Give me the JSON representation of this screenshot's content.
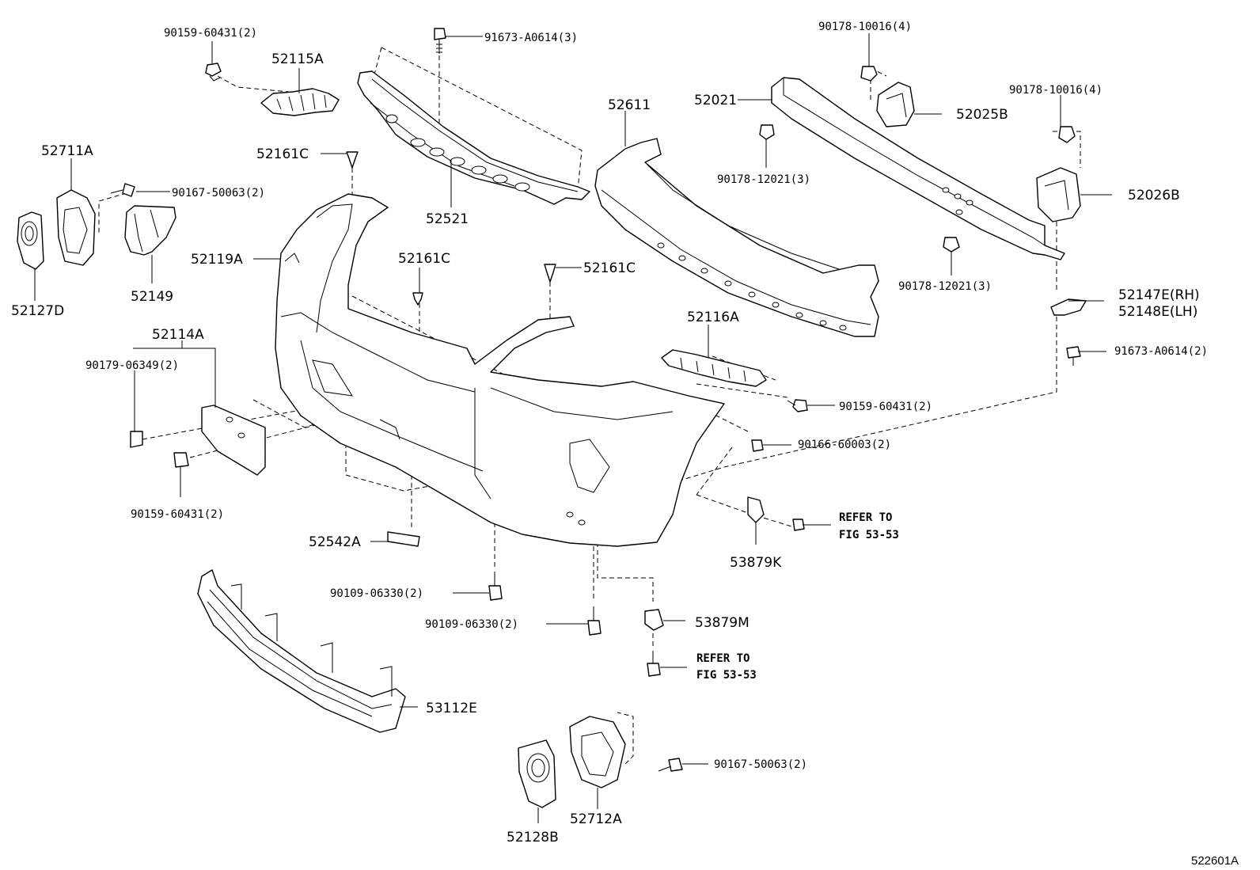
{
  "labels": {
    "p52115A": "52115A",
    "b90159_60431_top": "90159-60431(2)",
    "b91673_A0614_3": "91673-A0614(3)",
    "p52711A": "52711A",
    "b90167_50063_top": "90167-50063(2)",
    "p52127D": "52127D",
    "p52149": "52149",
    "p52161C_a": "52161C",
    "p52521": "52521",
    "p52119A": "52119A",
    "p52161C_b": "52161C",
    "p52161C_c": "52161C",
    "p52611": "52611",
    "p52021": "52021",
    "b90178_10016_a": "90178-10016(4)",
    "p52025B": "52025B",
    "b90178_10016_b": "90178-10016(4)",
    "b90178_12021_a": "90178-12021(3)",
    "p52026B": "52026B",
    "b90178_12021_b": "90178-12021(3)",
    "p52147E": "52147E(RH)",
    "p52148E": "52148E(LH)",
    "b91673_A0614_2": "91673-A0614(2)",
    "p52114A": "52114A",
    "b90179_06349": "90179-06349(2)",
    "p52116A": "52116A",
    "b90159_60431_mid": "90159-60431(2)",
    "b90166_60003": "90166-60003(2)",
    "b90159_60431_low": "90159-60431(2)",
    "p52542A": "52542A",
    "ref1_line1": "REFER TO",
    "ref1_line2": "FIG 53-53",
    "p53879K": "53879K",
    "b90109_06330_a": "90109-06330(2)",
    "b90109_06330_b": "90109-06330(2)",
    "p53879M": "53879M",
    "ref2_line1": "REFER TO",
    "ref2_line2": "FIG 53-53",
    "p53112E": "53112E",
    "b90167_50063_bot": "90167-50063(2)",
    "p52128B": "52128B",
    "p52712A": "52712A",
    "diagram_id": "522601A"
  }
}
